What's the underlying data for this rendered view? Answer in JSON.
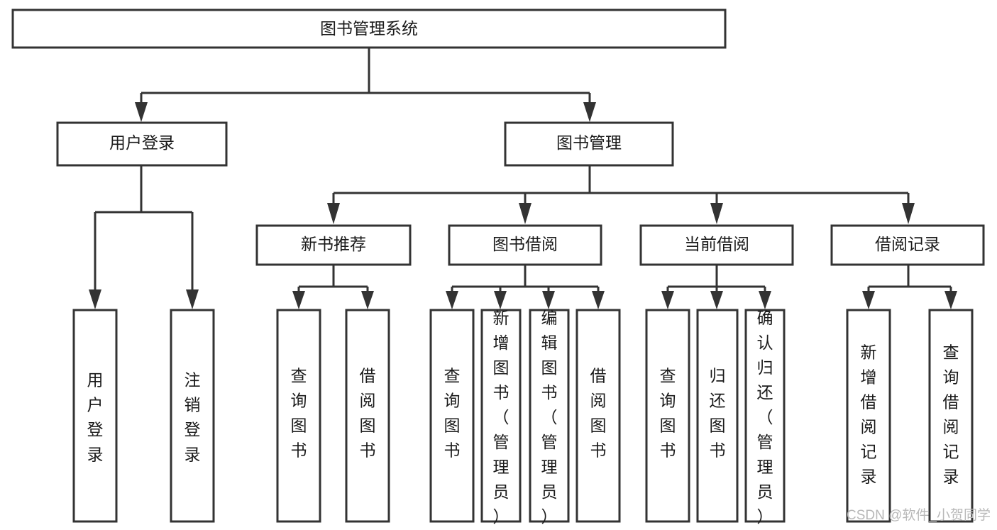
{
  "diagram": {
    "title": "图书管理系统",
    "type": "tree-hierarchy",
    "background_color": "#ffffff",
    "box_stroke_color": "#333333",
    "box_fill_color": "#ffffff",
    "text_color": "#1a1a1a",
    "root": {
      "label": "图书管理系统",
      "orientation": "horizontal"
    },
    "level2": [
      {
        "label": "用户登录",
        "orientation": "horizontal"
      },
      {
        "label": "图书管理",
        "orientation": "horizontal"
      }
    ],
    "level3": [
      {
        "label": "新书推荐",
        "orientation": "horizontal"
      },
      {
        "label": "图书借阅",
        "orientation": "horizontal"
      },
      {
        "label": "当前借阅",
        "orientation": "horizontal"
      },
      {
        "label": "借阅记录",
        "orientation": "horizontal"
      }
    ],
    "leaves": {
      "user_login": [
        {
          "label": "用户登录",
          "orientation": "vertical"
        },
        {
          "label": "注销登录",
          "orientation": "vertical"
        }
      ],
      "new_book_recommend": [
        {
          "label": "查询图书",
          "orientation": "vertical"
        },
        {
          "label": "借阅图书",
          "orientation": "vertical"
        }
      ],
      "book_borrow": [
        {
          "label": "查询图书",
          "orientation": "vertical"
        },
        {
          "label": "新增图书（管理员）",
          "orientation": "vertical"
        },
        {
          "label": "编辑图书（管理员）",
          "orientation": "vertical"
        },
        {
          "label": "借阅图书",
          "orientation": "vertical"
        }
      ],
      "current_borrow": [
        {
          "label": "查询图书",
          "orientation": "vertical"
        },
        {
          "label": "归还图书",
          "orientation": "vertical"
        },
        {
          "label": "确认归还（管理员）",
          "orientation": "vertical"
        }
      ],
      "borrow_record": [
        {
          "label": "新增借阅记录",
          "orientation": "vertical"
        },
        {
          "label": "查询借阅记录",
          "orientation": "vertical"
        }
      ]
    },
    "watermark": {
      "text": "CSDN @软件_小贺同学",
      "color": "#b8b8b8"
    }
  }
}
